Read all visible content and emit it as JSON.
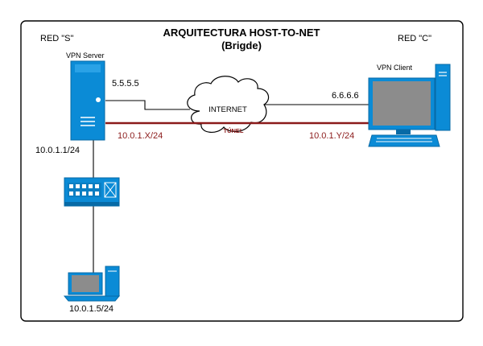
{
  "title": {
    "line1": "ARQUITECTURA HOST-TO-NET",
    "line2": "(Brigde)"
  },
  "networks": {
    "left": "RED \"S\"",
    "right": "RED \"C\""
  },
  "nodes": {
    "server": {
      "label": "VPN Server",
      "public_ip": "5.5.5.5",
      "lan_ip": "10.0.1.1/24",
      "icon": "server-tower-icon"
    },
    "client": {
      "label": "VPN Client",
      "public_ip": "6.6.6.6",
      "icon": "desktop-computer-icon"
    },
    "internet": {
      "label": "INTERNET",
      "icon": "cloud-icon"
    },
    "switch": {
      "icon": "network-switch-icon"
    },
    "laptop": {
      "ip": "10.0.1.5/24",
      "icon": "laptop-icon"
    }
  },
  "tunnel": {
    "label": "TÚNEL",
    "left_ip": "10.0.1.X/24",
    "right_ip": "10.0.1.Y/24"
  },
  "colors": {
    "device_blue": "#0b8bd6",
    "device_dark": "#076aa6",
    "tunnel_red": "#8b1a1a",
    "line": "#000000",
    "screen_gray": "#8c8c8c"
  }
}
